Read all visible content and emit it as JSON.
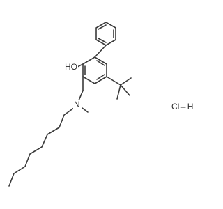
{
  "molecule": {
    "atom_labels": {
      "hydroxyl": "HO",
      "amine_nitrogen": "N"
    },
    "salt_label": "Cl – H",
    "colors": {
      "bond": "#3a3a3a",
      "label": "#2b2b2b",
      "background": "#ffffff"
    }
  }
}
